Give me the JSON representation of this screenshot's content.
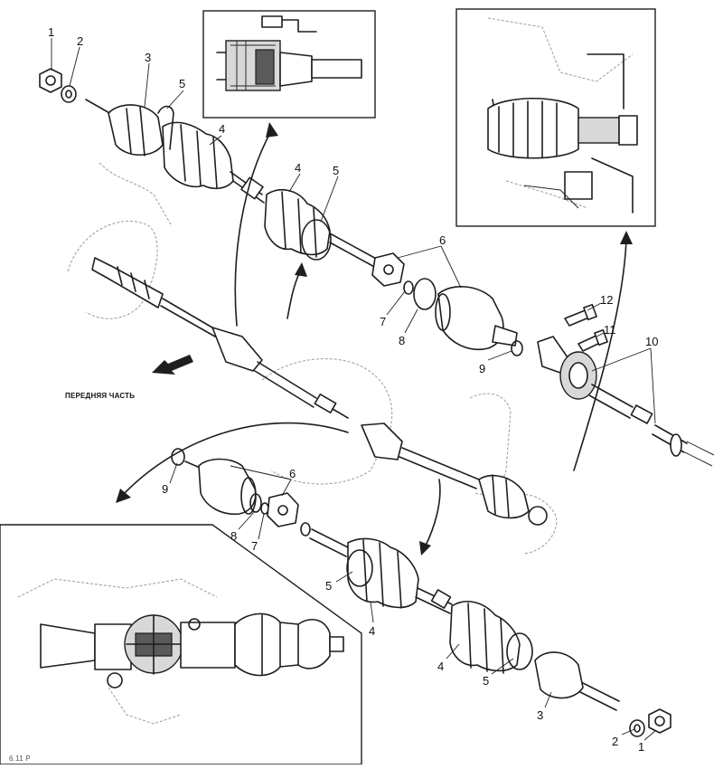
{
  "caption_front": "ПЕРЕДНЯЯ ЧАСТЬ",
  "figure_number": "6.11 Р",
  "callouts": [
    {
      "id": "c1a",
      "text": "1"
    },
    {
      "id": "c2a",
      "text": "2"
    },
    {
      "id": "c3a",
      "text": "3"
    },
    {
      "id": "c5a",
      "text": "5"
    },
    {
      "id": "c4a",
      "text": "4"
    },
    {
      "id": "c4b",
      "text": "4"
    },
    {
      "id": "c5b",
      "text": "5"
    },
    {
      "id": "c6a",
      "text": "6"
    },
    {
      "id": "c7a",
      "text": "7"
    },
    {
      "id": "c8a",
      "text": "8"
    },
    {
      "id": "c9a",
      "text": "9"
    },
    {
      "id": "c12",
      "text": "12"
    },
    {
      "id": "c11",
      "text": "11"
    },
    {
      "id": "c10",
      "text": "10"
    },
    {
      "id": "c9b",
      "text": "9"
    },
    {
      "id": "c6b",
      "text": "6"
    },
    {
      "id": "c8b",
      "text": "8"
    },
    {
      "id": "c7b",
      "text": "7"
    },
    {
      "id": "c5c",
      "text": "5"
    },
    {
      "id": "c4c",
      "text": "4"
    },
    {
      "id": "c4d",
      "text": "4"
    },
    {
      "id": "c5d",
      "text": "5"
    },
    {
      "id": "c3b",
      "text": "3"
    },
    {
      "id": "c2b",
      "text": "2"
    },
    {
      "id": "c1b",
      "text": "1"
    }
  ]
}
